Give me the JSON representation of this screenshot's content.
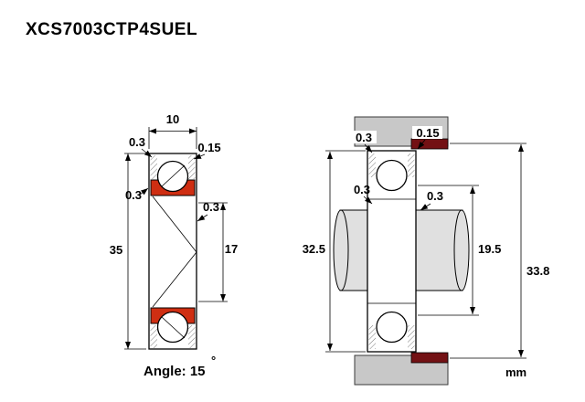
{
  "title": "XCS7003CTP4SUEL",
  "unit_label": "mm",
  "colors": {
    "seal_red": "#cf2e12",
    "seal_dark_red": "#731114",
    "housing_grey": "#c8c8c8",
    "shaft_grey": "#e0e0e0"
  },
  "left_view": {
    "outer_width": "10",
    "chamfer_top_left": "0.3",
    "chamfer_top_right": "0.15",
    "seal_left": "0.3",
    "outer_diameter": "35",
    "seal_right": "0.3",
    "bore_diameter": "17",
    "angle_label": "Angle: 15",
    "degree_symbol": "°"
  },
  "right_view": {
    "chamfer_left": "0.3",
    "chamfer_right": "0.15",
    "recess_left": "0.3",
    "recess_right": "0.3",
    "outer_diameter": "32.5",
    "inner_shoulder": "19.5",
    "outer_shoulder": "33.8"
  }
}
